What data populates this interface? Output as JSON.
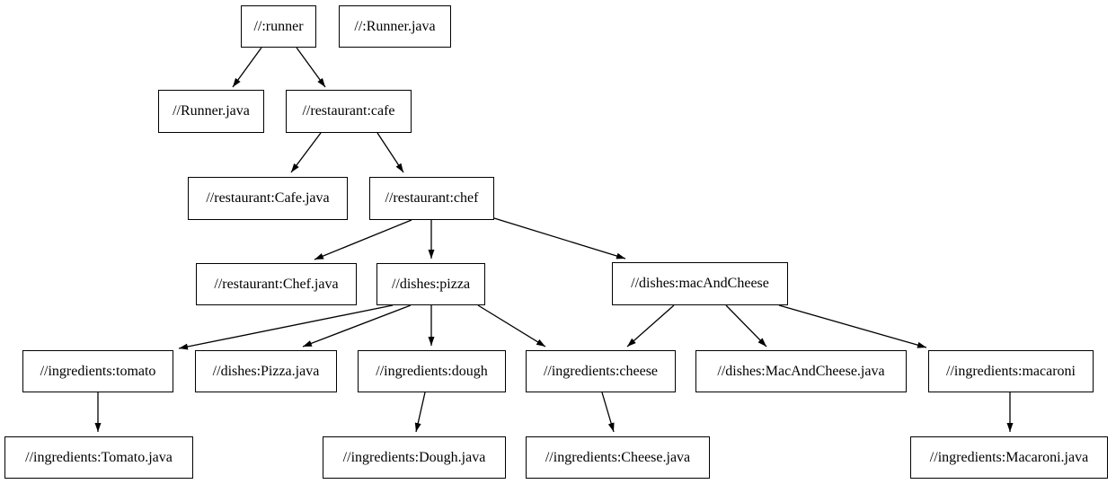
{
  "diagram": {
    "kind": "dependency-graph",
    "background_color": "#ffffff",
    "node_fill_color": "#ffffff",
    "node_border_color": "#000000",
    "edge_color": "#000000",
    "nodes": [
      {
        "id": "runner",
        "label": "//:runner"
      },
      {
        "id": "runner-java-target",
        "label": "//:Runner.java"
      },
      {
        "id": "runner-java",
        "label": "//Runner.java"
      },
      {
        "id": "cafe",
        "label": "//restaurant:cafe"
      },
      {
        "id": "cafe-java",
        "label": "//restaurant:Cafe.java"
      },
      {
        "id": "chef",
        "label": "//restaurant:chef"
      },
      {
        "id": "chef-java",
        "label": "//restaurant:Chef.java"
      },
      {
        "id": "pizza",
        "label": "//dishes:pizza"
      },
      {
        "id": "mac-and-cheese",
        "label": "//dishes:macAndCheese"
      },
      {
        "id": "tomato",
        "label": "//ingredients:tomato"
      },
      {
        "id": "pizza-java",
        "label": "//dishes:Pizza.java"
      },
      {
        "id": "dough",
        "label": "//ingredients:dough"
      },
      {
        "id": "cheese",
        "label": "//ingredients:cheese"
      },
      {
        "id": "mac-and-cheese-java",
        "label": "//dishes:MacAndCheese.java"
      },
      {
        "id": "macaroni",
        "label": "//ingredients:macaroni"
      },
      {
        "id": "tomato-java",
        "label": "//ingredients:Tomato.java"
      },
      {
        "id": "dough-java",
        "label": "//ingredients:Dough.java"
      },
      {
        "id": "cheese-java",
        "label": "//ingredients:Cheese.java"
      },
      {
        "id": "macaroni-java",
        "label": "//ingredients:Macaroni.java"
      }
    ],
    "edges": [
      {
        "from": "runner",
        "to": "runner-java"
      },
      {
        "from": "runner",
        "to": "cafe"
      },
      {
        "from": "cafe",
        "to": "cafe-java"
      },
      {
        "from": "cafe",
        "to": "chef"
      },
      {
        "from": "chef",
        "to": "chef-java"
      },
      {
        "from": "chef",
        "to": "pizza"
      },
      {
        "from": "chef",
        "to": "mac-and-cheese"
      },
      {
        "from": "pizza",
        "to": "tomato"
      },
      {
        "from": "pizza",
        "to": "pizza-java"
      },
      {
        "from": "pizza",
        "to": "dough"
      },
      {
        "from": "pizza",
        "to": "cheese"
      },
      {
        "from": "mac-and-cheese",
        "to": "cheese"
      },
      {
        "from": "mac-and-cheese",
        "to": "mac-and-cheese-java"
      },
      {
        "from": "mac-and-cheese",
        "to": "macaroni"
      },
      {
        "from": "tomato",
        "to": "tomato-java"
      },
      {
        "from": "dough",
        "to": "dough-java"
      },
      {
        "from": "cheese",
        "to": "cheese-java"
      },
      {
        "from": "macaroni",
        "to": "macaroni-java"
      }
    ]
  }
}
